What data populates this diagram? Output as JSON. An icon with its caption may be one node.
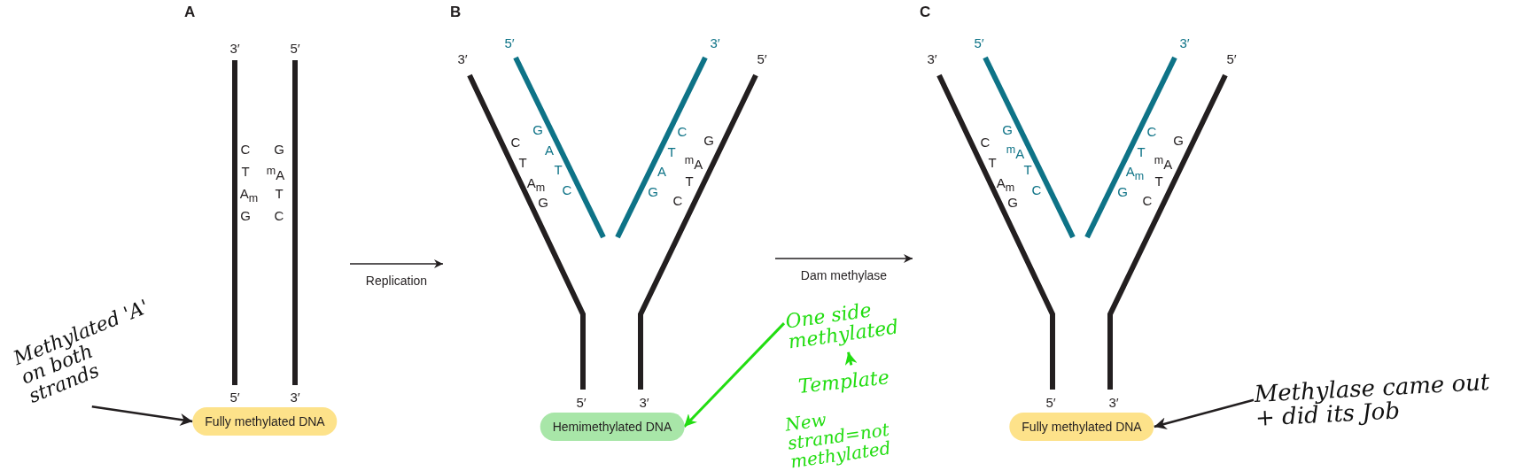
{
  "diagram": {
    "nodes": [
      {
        "text": [
          "A"
        ]
      },
      {
        "text": [
          "Fully methylated DNA"
        ],
        "in": 0
      },
      {
        "text": [
          "B"
        ]
      },
      {
        "text": [
          "Hemimethylated DNA"
        ],
        "in": 2
      },
      {
        "text": [
          "C"
        ]
      },
      {
        "text": [
          "Fully methylated DNA"
        ],
        "in": 4
      },
      {
        "text": [
          "Methylated 'A' on both strands"
        ]
      },
      {
        "text": [
          "One side methylated"
        ]
      },
      {
        "text": [
          "Template"
        ]
      },
      {
        "text": [
          "New strand=not methylated"
        ]
      },
      {
        "text": [
          "Methylase came out + did its Job"
        ]
      }
    ],
    "edges": [
      {
        "from": 0,
        "to": 2,
        "arrow": "to",
        "label": "Replication"
      },
      {
        "from": 2,
        "to": 4,
        "arrow": "to",
        "label": "Dam methylase"
      },
      {
        "from": 6,
        "to": 1,
        "arrow": "to"
      },
      {
        "from": 7,
        "to": 3,
        "arrow": "to",
        "color": "#22dd11"
      },
      {
        "from": 8,
        "to": 7,
        "arrow": "to",
        "color": "#22dd11"
      },
      {
        "from": 10,
        "to": 5,
        "arrow": "to"
      }
    ],
    "labels": [
      "3′",
      "5′",
      "C",
      "T",
      "A$_{m}$",
      "G",
      "G",
      "$^{m}$A",
      "T",
      "C",
      "5′",
      "3′",
      "5′",
      "3′",
      "3′",
      "5′",
      "C",
      "T",
      "A$_{m}$",
      "G",
      "G",
      "A",
      "T",
      "C",
      "C",
      "T",
      "A",
      "G",
      "G",
      "$^{m}$A",
      "T",
      "C",
      "5′",
      "3′",
      "5′",
      "3′",
      "3′",
      "5′",
      "C",
      "T",
      "A$_{m}$",
      "G",
      "G",
      "$^{m}$A",
      "T",
      "C",
      "C",
      "T",
      "A$_{m}$",
      "G",
      "G",
      "$^{m}$A",
      "T",
      "C",
      "5′",
      "3′"
    ]
  }
}
